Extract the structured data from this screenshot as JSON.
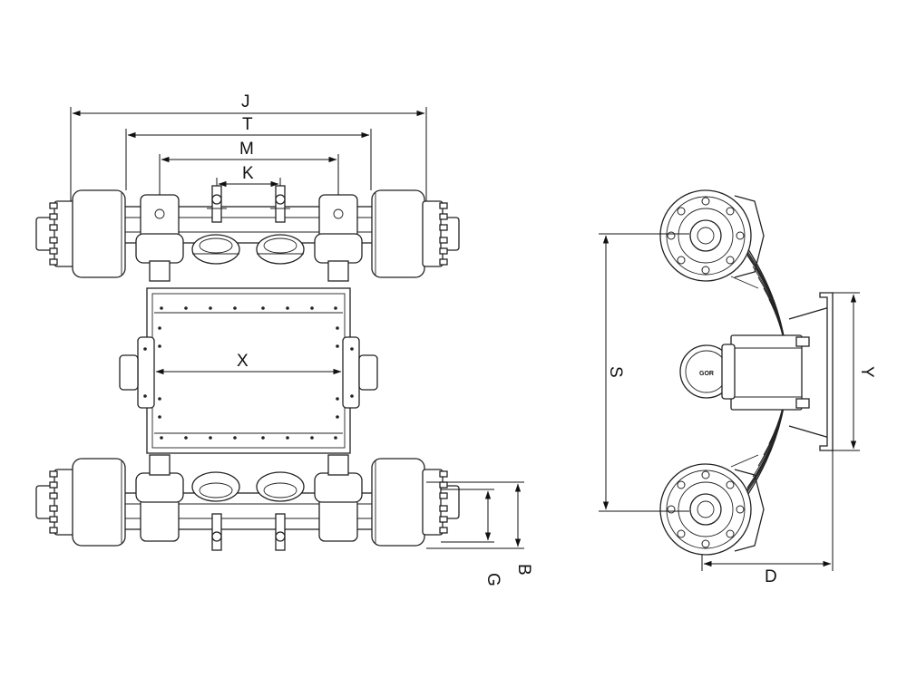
{
  "dimensions": {
    "J": "J",
    "T": "T",
    "M": "M",
    "K": "K",
    "X": "X",
    "G": "G",
    "B": "B",
    "S": "S",
    "Y": "Y",
    "D": "D"
  },
  "logo": "GOR"
}
